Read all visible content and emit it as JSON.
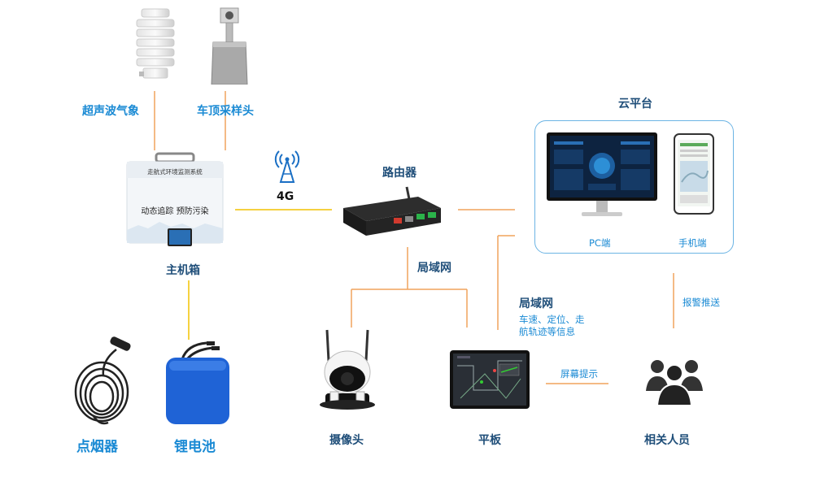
{
  "labels": {
    "ultrasonic_weather": "超声波气象",
    "roof_sampler": "车顶采样头",
    "host_box": "主机箱",
    "signal_4g": "4G",
    "router": "路由器",
    "cloud_platform": "云平台",
    "pc": "PC端",
    "mobile": "手机端",
    "lan_1": "局域网",
    "lan_2": "局域网",
    "lan_note": [
      "车速、定位、走",
      "航轨迹等信息"
    ],
    "alarm_push": "报警推送",
    "screen_prompt": "屏幕提示",
    "cigarette_lighter": "点烟器",
    "lithium_battery": "锂电池",
    "camera": "摄像头",
    "tablet": "平板",
    "personnel": "相关人员"
  },
  "host_box_panel": {
    "title": "走航式环境监测系统",
    "slogan": "动态追踪  预防污染"
  },
  "colors": {
    "label_blue": "#1a8ad4",
    "label_dark": "#1f4e79",
    "connector_orange": "#f0a35c",
    "connector_yellow": "#f2c200",
    "cloud_border": "#6cb4e4"
  }
}
